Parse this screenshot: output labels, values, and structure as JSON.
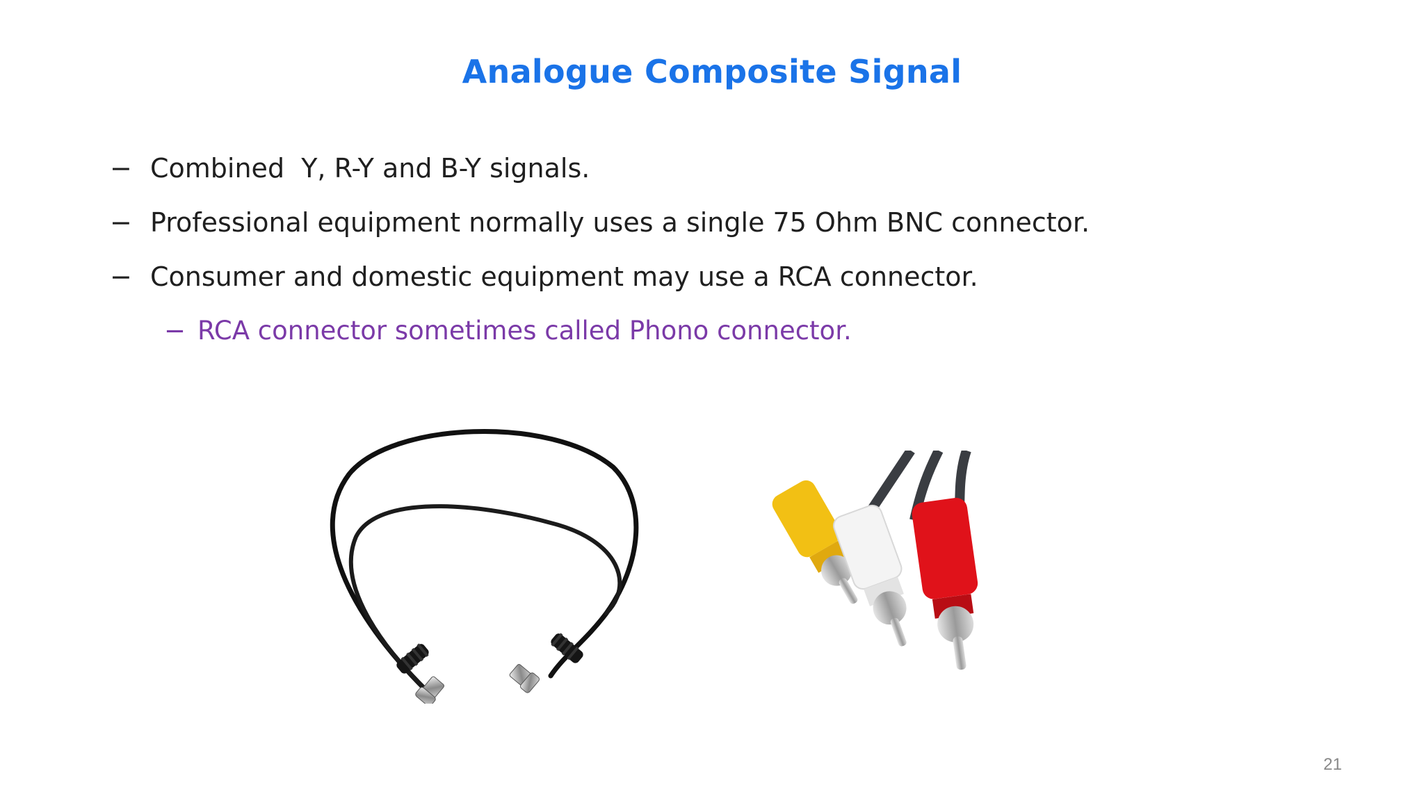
{
  "slide": {
    "title": "Analogue Composite Signal",
    "bullets": [
      {
        "dash": "−",
        "text": "Combined  Y, R-Y and B-Y signals."
      },
      {
        "dash": "−",
        "text": "Professional equipment normally uses a single 75 Ohm BNC connector."
      },
      {
        "dash": "−",
        "text": "Consumer and domestic equipment may use a RCA connector."
      }
    ],
    "sub_bullets": [
      {
        "dash": "−",
        "text": "RCA connector sometimes called Phono connector."
      }
    ],
    "page_number": "21"
  },
  "images": {
    "bnc": "bnc-cable-image",
    "rca": "rca-connector-image"
  },
  "colors": {
    "title": "#1a73e8",
    "body_text": "#1f1f1f",
    "sub_bullet": "#7b3aa8",
    "page_number": "#888888",
    "rca_yellow": "#f2c014",
    "rca_white": "#f4f4f4",
    "rca_red": "#e0121a"
  }
}
